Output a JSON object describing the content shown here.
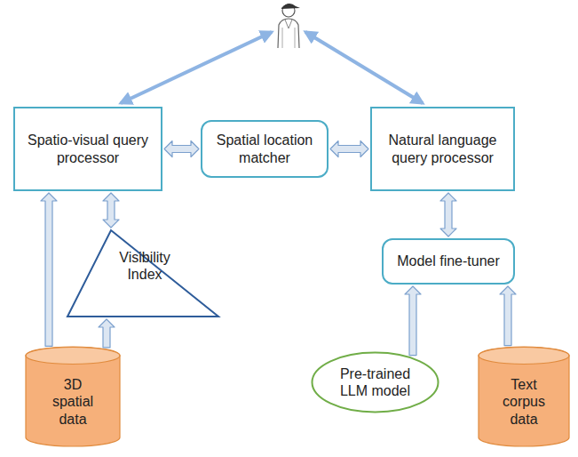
{
  "diagram": {
    "nodes": [
      {
        "text": [
          "Spatio-visual query processor"
        ]
      },
      {
        "text": [
          "Spatial location matcher"
        ]
      },
      {
        "text": [
          "Natural language query processor"
        ]
      },
      {
        "text": [
          "Visibility Index"
        ]
      },
      {
        "text": [
          "Model fine-tuner"
        ]
      },
      {
        "text": [
          "3D spatial data"
        ]
      },
      {
        "text": [
          "Pre-trained LLM model"
        ]
      },
      {
        "text": [
          "Text corpus data"
        ]
      }
    ],
    "edges": [
      {
        "from": 0,
        "to": 1,
        "arrow": "both"
      },
      {
        "from": 1,
        "to": 2,
        "arrow": "both"
      },
      {
        "from": 2,
        "to": 4,
        "arrow": "both"
      },
      {
        "from": 5,
        "to": 0,
        "arrow": "to"
      },
      {
        "from": 5,
        "to": 3,
        "arrow": "to"
      },
      {
        "from": 0,
        "to": 3,
        "arrow": "both"
      },
      {
        "from": 6,
        "to": 4,
        "arrow": "to"
      },
      {
        "from": 7,
        "to": 4,
        "arrow": "to"
      }
    ]
  }
}
